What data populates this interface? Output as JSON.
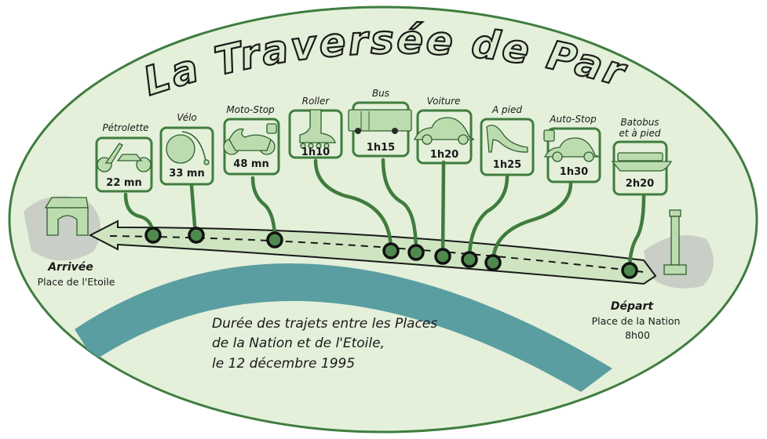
{
  "title": "La Traversée de Paris",
  "colors": {
    "background": "#e4f0da",
    "accent": "#3f7d3f",
    "river": "#5b9ea1",
    "dot": "#4e8a4e"
  },
  "modes": [
    {
      "label": "Pétrolette",
      "duration": "22 mn",
      "icon": "moped-icon"
    },
    {
      "label": "Vélo",
      "duration": "33 mn",
      "icon": "penny-farthing-icon"
    },
    {
      "label": "Moto-Stop",
      "duration": "48 mn",
      "icon": "motorcycle-thumb-icon"
    },
    {
      "label": "Roller",
      "duration": "1h10",
      "icon": "roller-skate-icon"
    },
    {
      "label": "Bus",
      "duration": "1h15",
      "icon": "bus-icon"
    },
    {
      "label": "Voiture",
      "duration": "1h20",
      "icon": "car-icon"
    },
    {
      "label": "A pied",
      "duration": "1h25",
      "icon": "high-heel-icon"
    },
    {
      "label": "Auto-Stop",
      "duration": "1h30",
      "icon": "car-thumb-icon"
    },
    {
      "label": "Batobus",
      "label2": "et à pied",
      "duration": "2h20",
      "icon": "boat-icon"
    }
  ],
  "arrival": {
    "title": "Arrivée",
    "place": "Place de l'Etoile"
  },
  "departure": {
    "title": "Départ",
    "place": "Place de la Nation",
    "time": "8h00"
  },
  "caption": [
    "Durée des trajets entre les Places",
    "de la Nation et de l'Etoile,",
    "le 12 décembre 1995"
  ]
}
